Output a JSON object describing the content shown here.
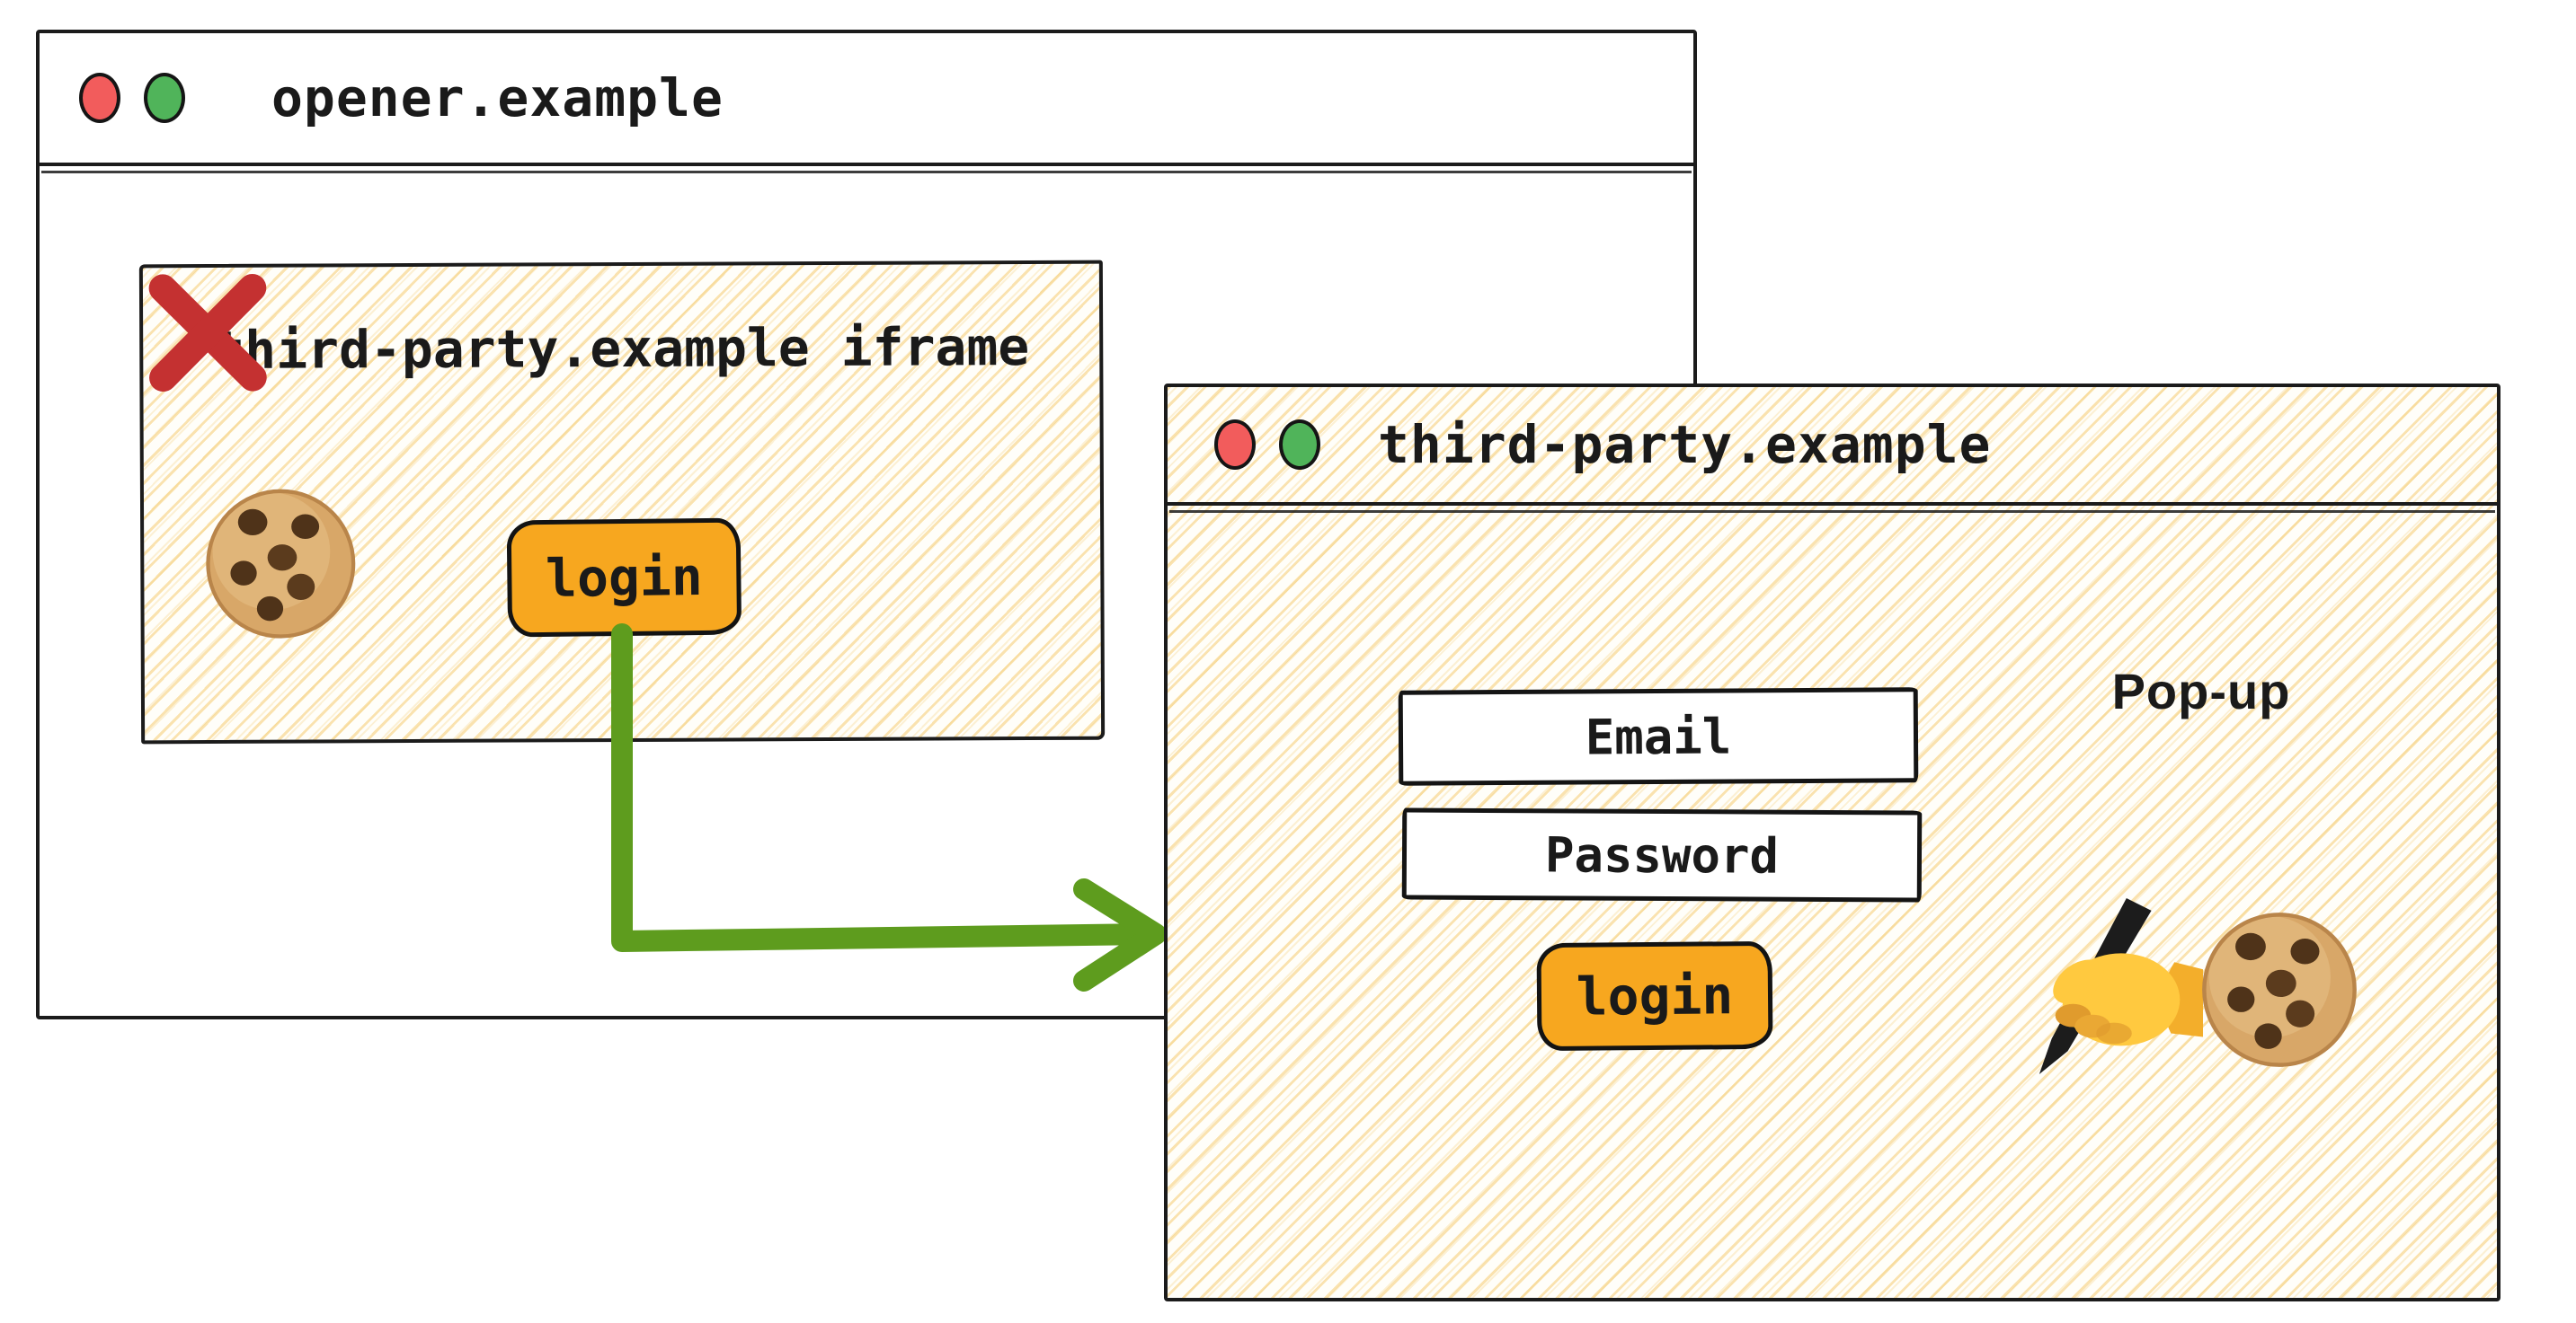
{
  "opener_window": {
    "title": "opener.example",
    "iframe": {
      "heading": "third-party.example iframe",
      "login_label": "login",
      "blocked_icon": "cookie-with-red-cross"
    }
  },
  "popup_window": {
    "title": "third-party.example",
    "label": "Pop-up",
    "email_placeholder": "Email",
    "password_placeholder": "Password",
    "login_label": "login",
    "icons": [
      "writing-hand",
      "cookie"
    ]
  },
  "window_controls": [
    "red-dot",
    "green-dot"
  ],
  "arrow": {
    "meaning": "login click in iframe opens pop-up window",
    "from": "iframe-login-button",
    "to": "popup-window"
  },
  "colors": {
    "button_orange": "#F7A71F",
    "arrow_green": "#5E9C1E",
    "cross_red": "#C43131",
    "dot_red": "#F25C5C",
    "dot_green": "#50B45A",
    "hatch_line": "#F5CC72",
    "border_ink": "#1b1b1b"
  }
}
